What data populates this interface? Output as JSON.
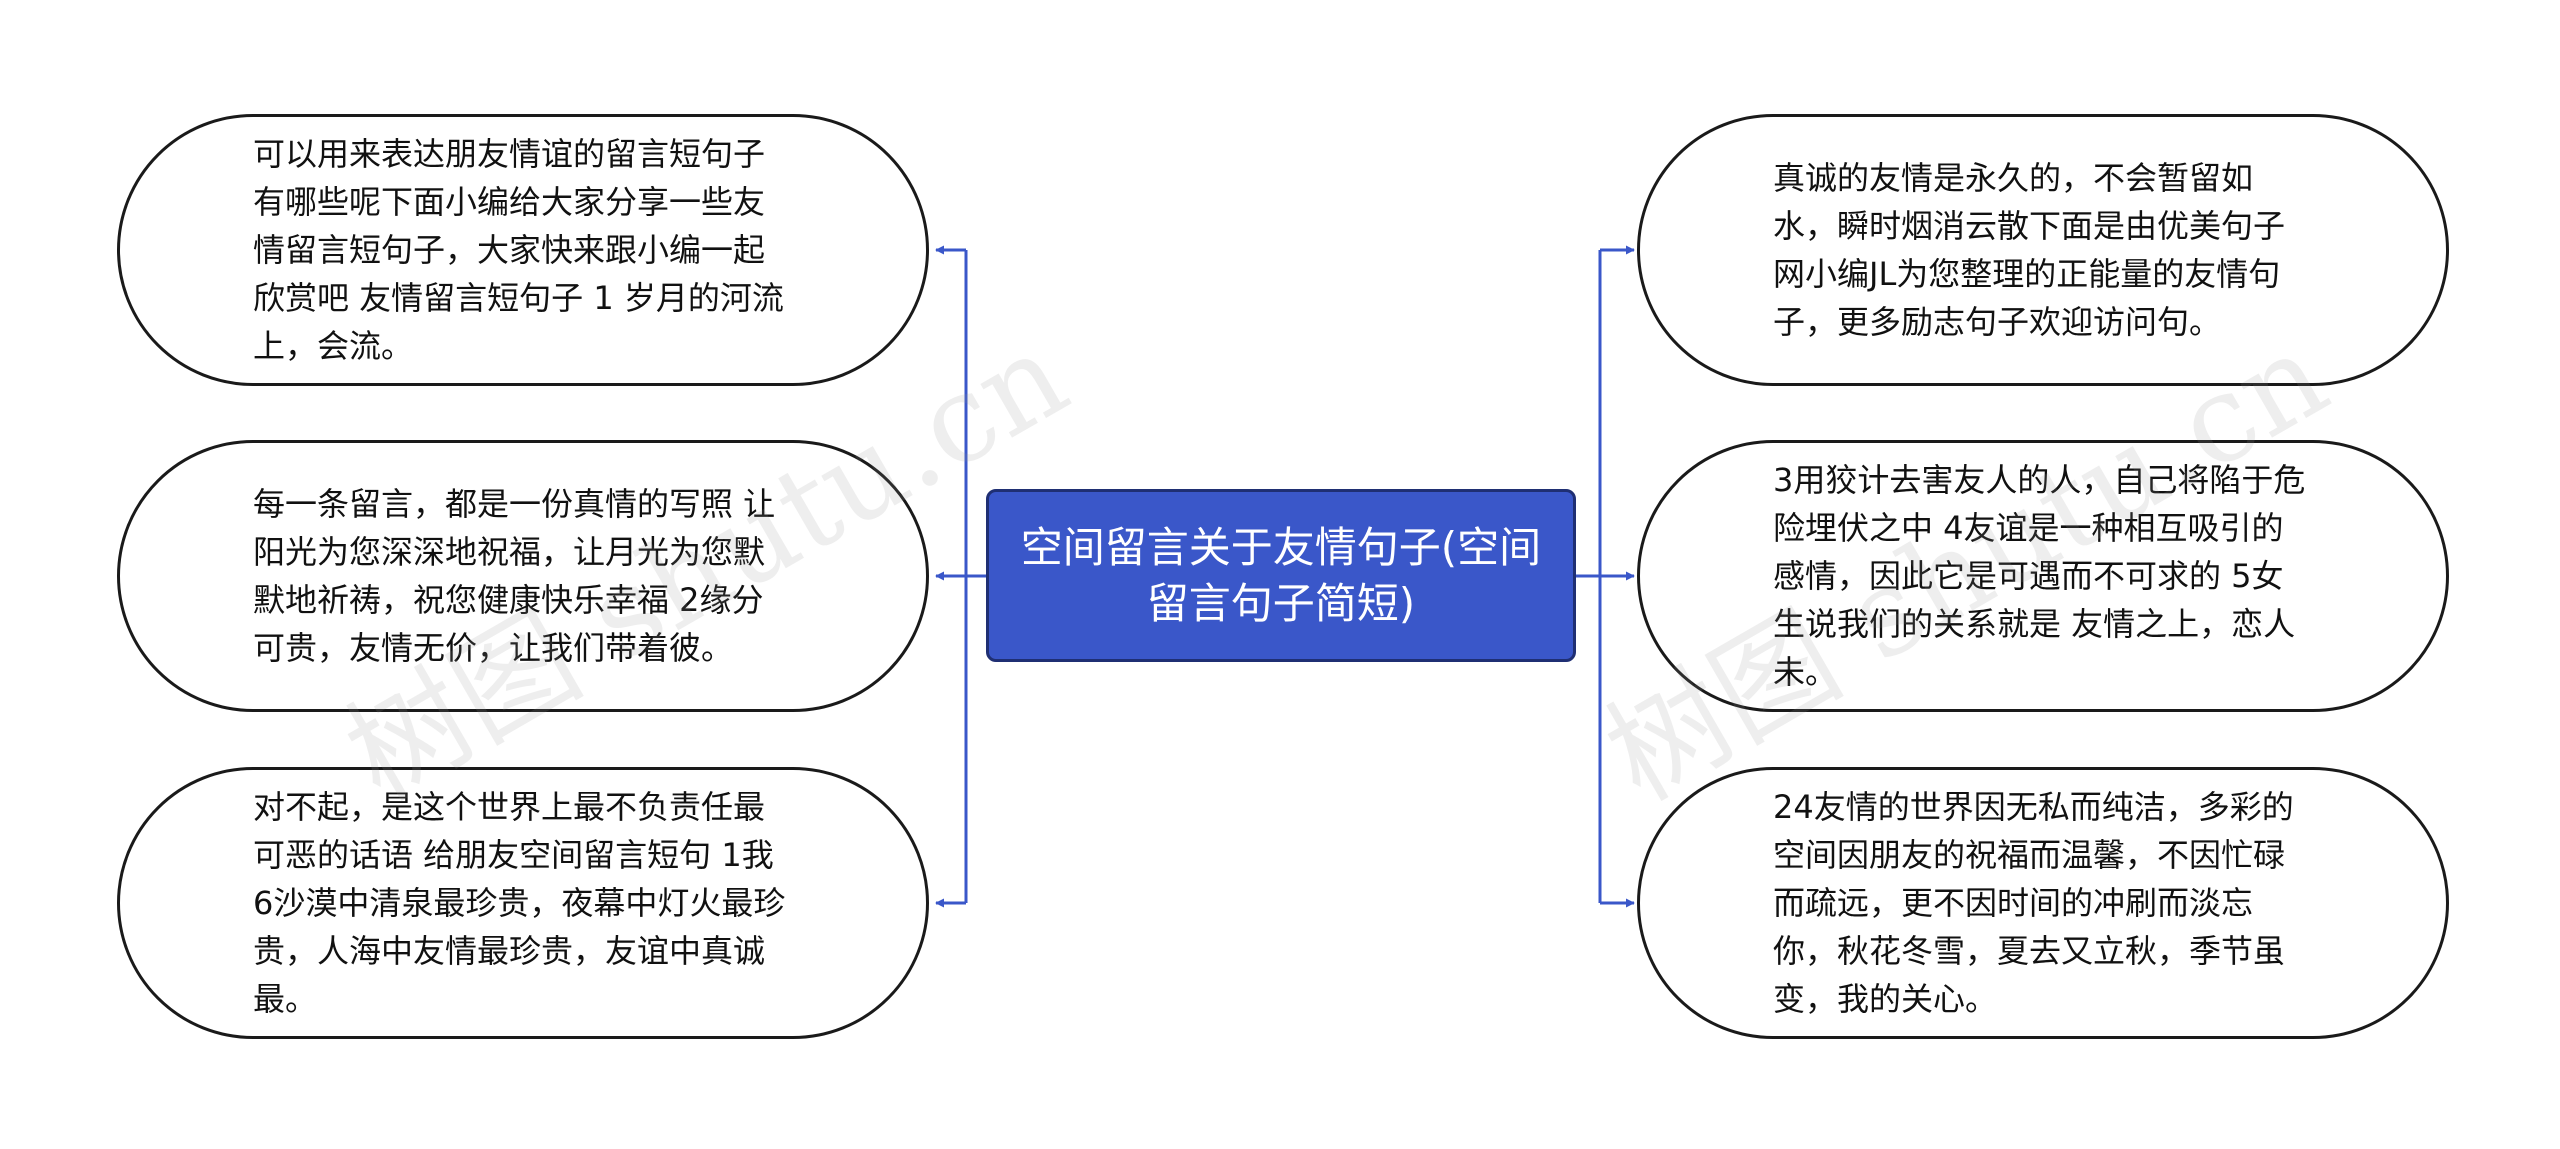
{
  "center": {
    "text": "空间留言关于友情句子(空间留言句子简短)"
  },
  "left_nodes": [
    {
      "text": "可以用来表达朋友情谊的留言短句子有哪些呢下面小编给大家分享一些友情留言短句子，大家快来跟小编一起欣赏吧 友情留言短句子 1 岁月的河流上，会流。"
    },
    {
      "text": "每一条留言，都是一份真情的写照 让阳光为您深深地祝福，让月光为您默默地祈祷，祝您健康快乐幸福 2缘分可贵，友情无价，让我们带着彼。"
    },
    {
      "text": "对不起，是这个世界上最不负责任最可恶的话语 给朋友空间留言短句 1我 6沙漠中清泉最珍贵，夜幕中灯火最珍贵，人海中友情最珍贵，友谊中真诚最。"
    }
  ],
  "right_nodes": [
    {
      "text": "真诚的友情是永久的，不会暂留如水，瞬时烟消云散下面是由优美句子网小编JL为您整理的正能量的友情句子，更多励志句子欢迎访问句。"
    },
    {
      "text": "3用狡计去害友人的人，自己将陷于危险埋伏之中 4友谊是一种相互吸引的感情，因此它是可遇而不可求的 5女生说我们的关系就是 友情之上，恋人未。"
    },
    {
      "text": "24友情的世界因无私而纯洁，多彩的空间因朋友的祝福而温馨，不因忙碌而疏远，更不因时间的冲刷而淡忘你，秋花冬雪，夏去又立秋，季节虽变，我的关心。"
    }
  ],
  "watermark": "树图 shutu.cn",
  "colors": {
    "center_fill": "#3a57c9",
    "connector": "#3a57c9",
    "node_border": "#1a1a1a"
  }
}
